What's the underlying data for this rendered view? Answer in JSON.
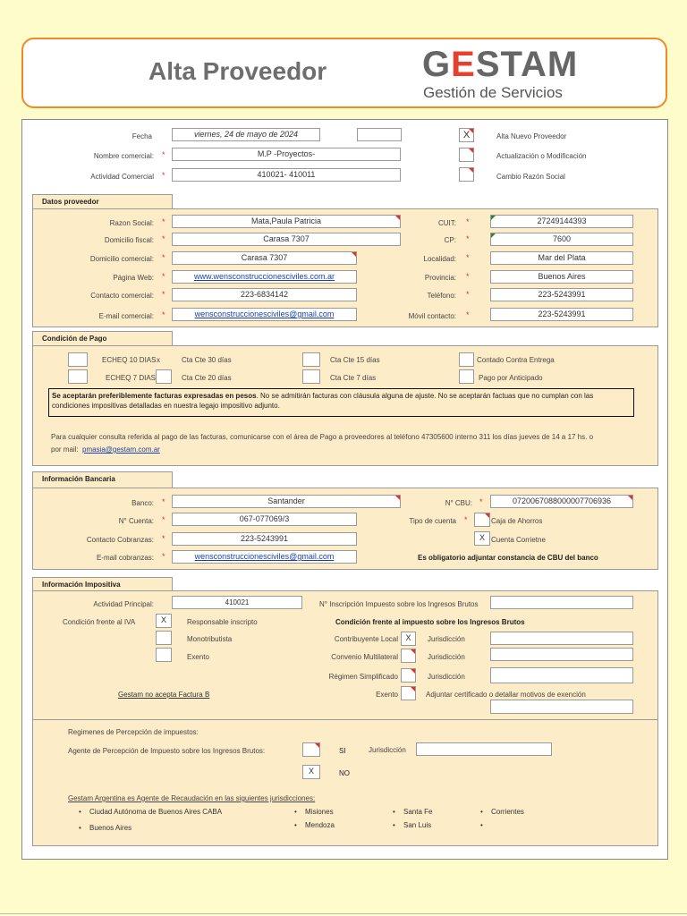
{
  "header": {
    "title": "Alta Proveedor",
    "logo_line1_a": "G",
    "logo_line1_e": "E",
    "logo_line1_b": "STAM",
    "logo_line2": "Gestión de Servicios"
  },
  "top": {
    "fecha_label": "Fecha",
    "fecha_value": "viernes, 24 de mayo de 2024",
    "nombre_label": "Nombre comercial:",
    "nombre_value": "M.P -Proyectos-",
    "actividad_label": "Actividad Comercial",
    "actividad_value": "410021- 410011",
    "req": "*",
    "opt_alta": "Alta Nuevo Proveedor",
    "opt_alta_mark": "X",
    "opt_actualizacion": "Actualización o Modificación",
    "opt_cambio": "Cambio Razón Social"
  },
  "proveedor": {
    "tab": "Datos proveedor",
    "razon_label": "Razon Social:",
    "razon_value": "Mata,Paula Patricia",
    "domfiscal_label": "Domicilio fiscal:",
    "domfiscal_value": "Carasa 7307",
    "domcom_label": "Domicilio comercial:",
    "domcom_value": "Carasa 7307",
    "web_label": "Página Web:",
    "web_value": "www.wensconstruccionesciviles.com.ar",
    "contacto_label": "Contacto comercial:",
    "contacto_value": "223-6834142",
    "email_label": "E-mail comercial:",
    "email_value": "wensconstruccionesciviles@gmail.com",
    "cuit_label": "CUIT:",
    "cuit_value": "27249144393",
    "cp_label": "CP:",
    "cp_value": "7600",
    "localidad_label": "Localidad:",
    "localidad_value": "Mar del Plata",
    "provincia_label": "Provincia:",
    "provincia_value": "Buenos Aires",
    "telefono_label": "Teléfono:",
    "telefono_value": "223-5243991",
    "movil_label": "Móvil contacto:",
    "movil_value": "223-5243991"
  },
  "pago": {
    "tab": "Condición de Pago",
    "echeq10": "ECHEQ 10 DIAS",
    "echeq10_mark": "x",
    "echeq7": "ECHEQ 7 DIAS",
    "cc30": "Cta Cte 30 días",
    "cc20": "Cta Cte 20 días",
    "cc15": "Cta Cte 15 días",
    "cc7": "Cta Cte 7 días",
    "contado": "Contado Contra Entrega",
    "anticipado": "Pago por Anticipado",
    "warning_bold": "Se aceptarán preferiblemente facturas expresadas en pesos",
    "warning_rest": ". No se admitirán facturas con cláusula alguna de ajuste. No se aceptarán factuas que no cumplan con las condiciones impositivas detalladas en nuestra legajo impositivo adjunto.",
    "consulta": "Para cualquier consulta referida al pago de las facturas, comunicarse con  el área de Pago a proveedores al teléfono 47305600 interno 311 los días jueves de 14 a 17 hs. o",
    "mail_prefix": "por mail:",
    "mail": "pmasia@gestam.com.ar"
  },
  "banco": {
    "tab": "Información Bancaria",
    "banco_label": "Banco:",
    "banco_value": "Santander",
    "cuenta_label": "N° Cuenta:",
    "cuenta_value": "067-077069/3",
    "contacto_label": "Contacto Cobranzas:",
    "contacto_value": "223-5243991",
    "email_label": "E-mail cobranzas:",
    "email_value": "wensconstruccionesciviles@gmail.com",
    "cbu_label": "N° CBU:",
    "cbu_value": "0720067088000007706936",
    "tipo_label": "Tipo de cuenta",
    "caja": "Caja de Ahorros",
    "corriente": "Cuenta Corrietne",
    "corriente_mark": "X",
    "obligatorio": "Es obligatorio adjuntar  constancia de CBU del banco"
  },
  "impositiva": {
    "tab": "Información Impositiva",
    "actividad_label": "Actividad Principal:",
    "actividad_value": "410021",
    "iibb_label": "N° Inscripción Impuesto sobre los Ingresos Brutos",
    "iva_label": "Condición frente al IVA",
    "iva_mark": "X",
    "resp": "Responsable inscripto",
    "mono": "Monotributista",
    "exento": "Exento",
    "cond_iibb": "Condición frente al impuesto sobre los Ingresos Brutos",
    "contrib_local": "Contribuyente Local",
    "contrib_mark": "X",
    "convenio": "Convenio Multilateral",
    "simplificado": "Régimen Simplificado",
    "exento2": "Exento",
    "juris": "Jurisdicción",
    "adjuntar": "Adjuntar certificado o detallar motivos de exención",
    "factura_b": "Gestam no acepta Factura B"
  },
  "percepcion": {
    "title": "Regimenes de Percepción de impuestos:",
    "agente": "Agente de Percepción de Impuesto sobre los Ingresos Brutos:",
    "si": "SI",
    "no": "NO",
    "no_mark": "X",
    "juris": "Jurisdicción",
    "recaud": "Gestam Argentina es Agente de Recaudación en las siguientes jurisdicciones:",
    "j1": "Ciudad Autónoma de Buenos Aires CABA",
    "j2": "Buenos Aires",
    "j3": "Misiones",
    "j4": "Mendoza",
    "j5": "Santa Fe",
    "j6": "San Luis",
    "j7": "Corrientes"
  }
}
